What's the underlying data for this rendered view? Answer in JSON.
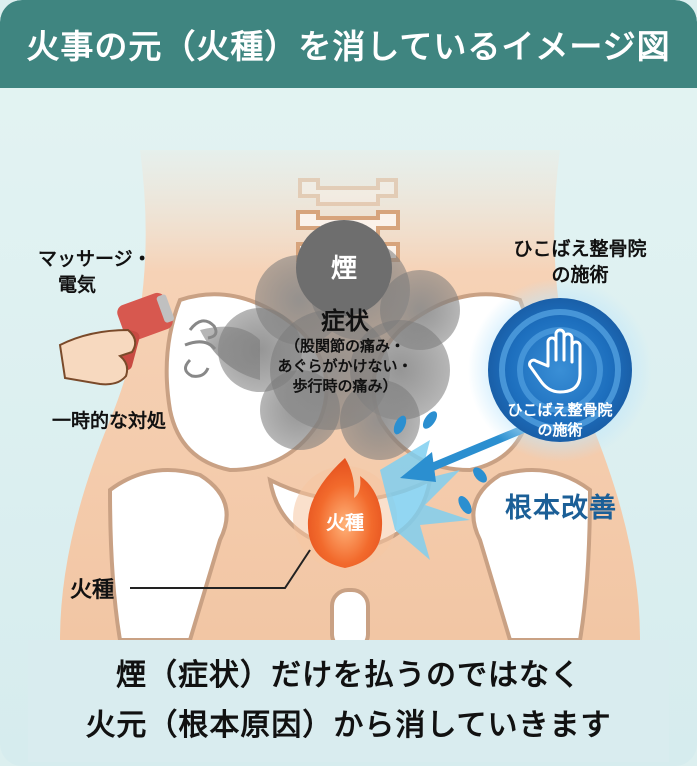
{
  "header": {
    "title": "火事の元（火種）を消しているイメージ図"
  },
  "labels": {
    "massage": "マッサージ・",
    "massage_line2": "電気",
    "temporary": "一時的な対処",
    "smoke_badge": "煙",
    "symptom_title": "症状",
    "symptom_line1": "（股関節の痛み・",
    "symptom_line2": "あぐらがかけない・",
    "symptom_line3": "歩行時の痛み）",
    "clinic_top_line1": "ひこばえ整骨院",
    "clinic_top_line2": "の施術",
    "clinic_badge_line1": "ひこばえ整骨院",
    "clinic_badge_line2": "の施術",
    "root_improvement": "根本改善",
    "ember_flame": "火種",
    "ember_callout": "火種"
  },
  "footer": {
    "line1": "煙（症状）だけを払うのではなく",
    "line2": "火元（根本原因）から消していきます"
  },
  "colors": {
    "header_bg": "#3f8580",
    "skin": "#f4c9a6",
    "smoke": "#6b6b6b",
    "flame": "#f06a2e",
    "water_blue": "#1f78c8",
    "root_text": "#1b5f97"
  }
}
